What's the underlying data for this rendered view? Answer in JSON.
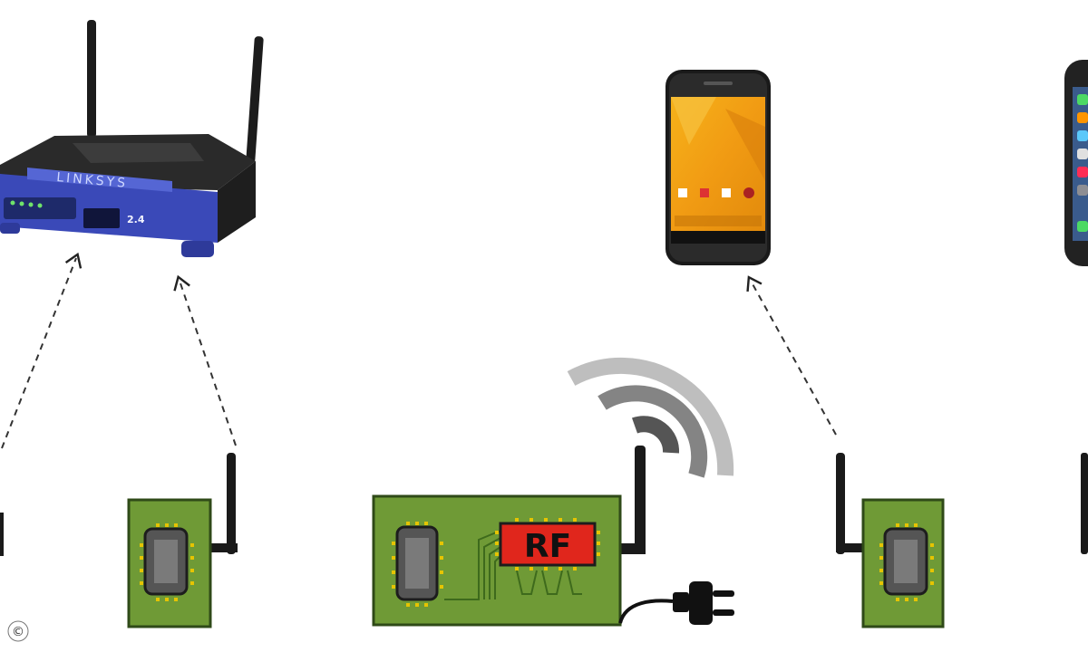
{
  "rf_chip_label": "RF",
  "router_brand_label": "LINKSYS",
  "router_band_label": "2.4",
  "copyright_symbol": "©",
  "colors": {
    "board_green": "#6f9a36",
    "board_dark": "#2f4a18",
    "chip_red": "#e0261c",
    "router_blue": "#3a49b8",
    "antenna_black": "#1a1a1a"
  },
  "icons": [
    "router-icon",
    "android-phone-icon",
    "iphone-icon",
    "sensor-module-icon",
    "gateway-module-icon",
    "power-plug-icon",
    "wireless-signal-icon"
  ]
}
